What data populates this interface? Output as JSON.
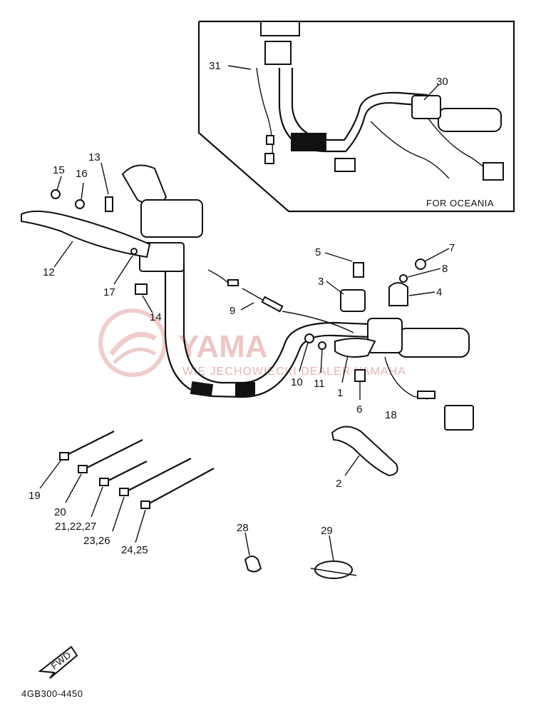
{
  "diagram": {
    "code": "4GB300-4450",
    "inset_caption": "FOR OCEANIA",
    "fwd_label": "FWD",
    "watermark": {
      "brand": "YAMA",
      "subtitle": "WIĘ  JECHOWIECKI DEALER YAMAHA"
    },
    "callouts": {
      "c1": "1",
      "c2": "2",
      "c3": "3",
      "c4": "4",
      "c5": "5",
      "c6": "6",
      "c7": "7",
      "c8": "8",
      "c9": "9",
      "c10": "10",
      "c11": "11",
      "c12": "12",
      "c13": "13",
      "c14": "14",
      "c15": "15",
      "c16": "16",
      "c17": "17",
      "c18": "18",
      "c19": "19",
      "c20": "20",
      "c21": "21,22,27",
      "c23": "23,26",
      "c24": "24,25",
      "c28": "28",
      "c29": "29",
      "c30": "30",
      "c31": "31"
    }
  }
}
